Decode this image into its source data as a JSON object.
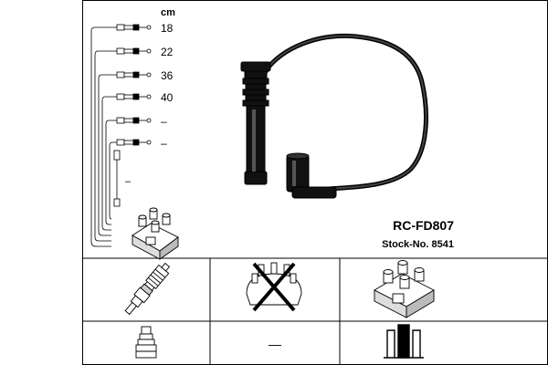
{
  "unit_label": "cm",
  "wire_lengths": [
    "18",
    "22",
    "36",
    "40",
    "–",
    "–"
  ],
  "aux_wire_length": "–",
  "product": {
    "code": "RC-FD807",
    "stock": "Stock-No. 8541"
  },
  "application_table": {
    "cells": [
      {
        "name": "spark-plug-icon",
        "label": ""
      },
      {
        "name": "distributor-cap-crossed-icon",
        "label": ""
      },
      {
        "name": "ignition-coil-icon",
        "label": ""
      },
      {
        "name": "plug-terminal-icon",
        "label": ""
      },
      {
        "name": "dash-symbol",
        "label": "—"
      },
      {
        "name": "coil-terminal-icon",
        "label": ""
      }
    ]
  }
}
